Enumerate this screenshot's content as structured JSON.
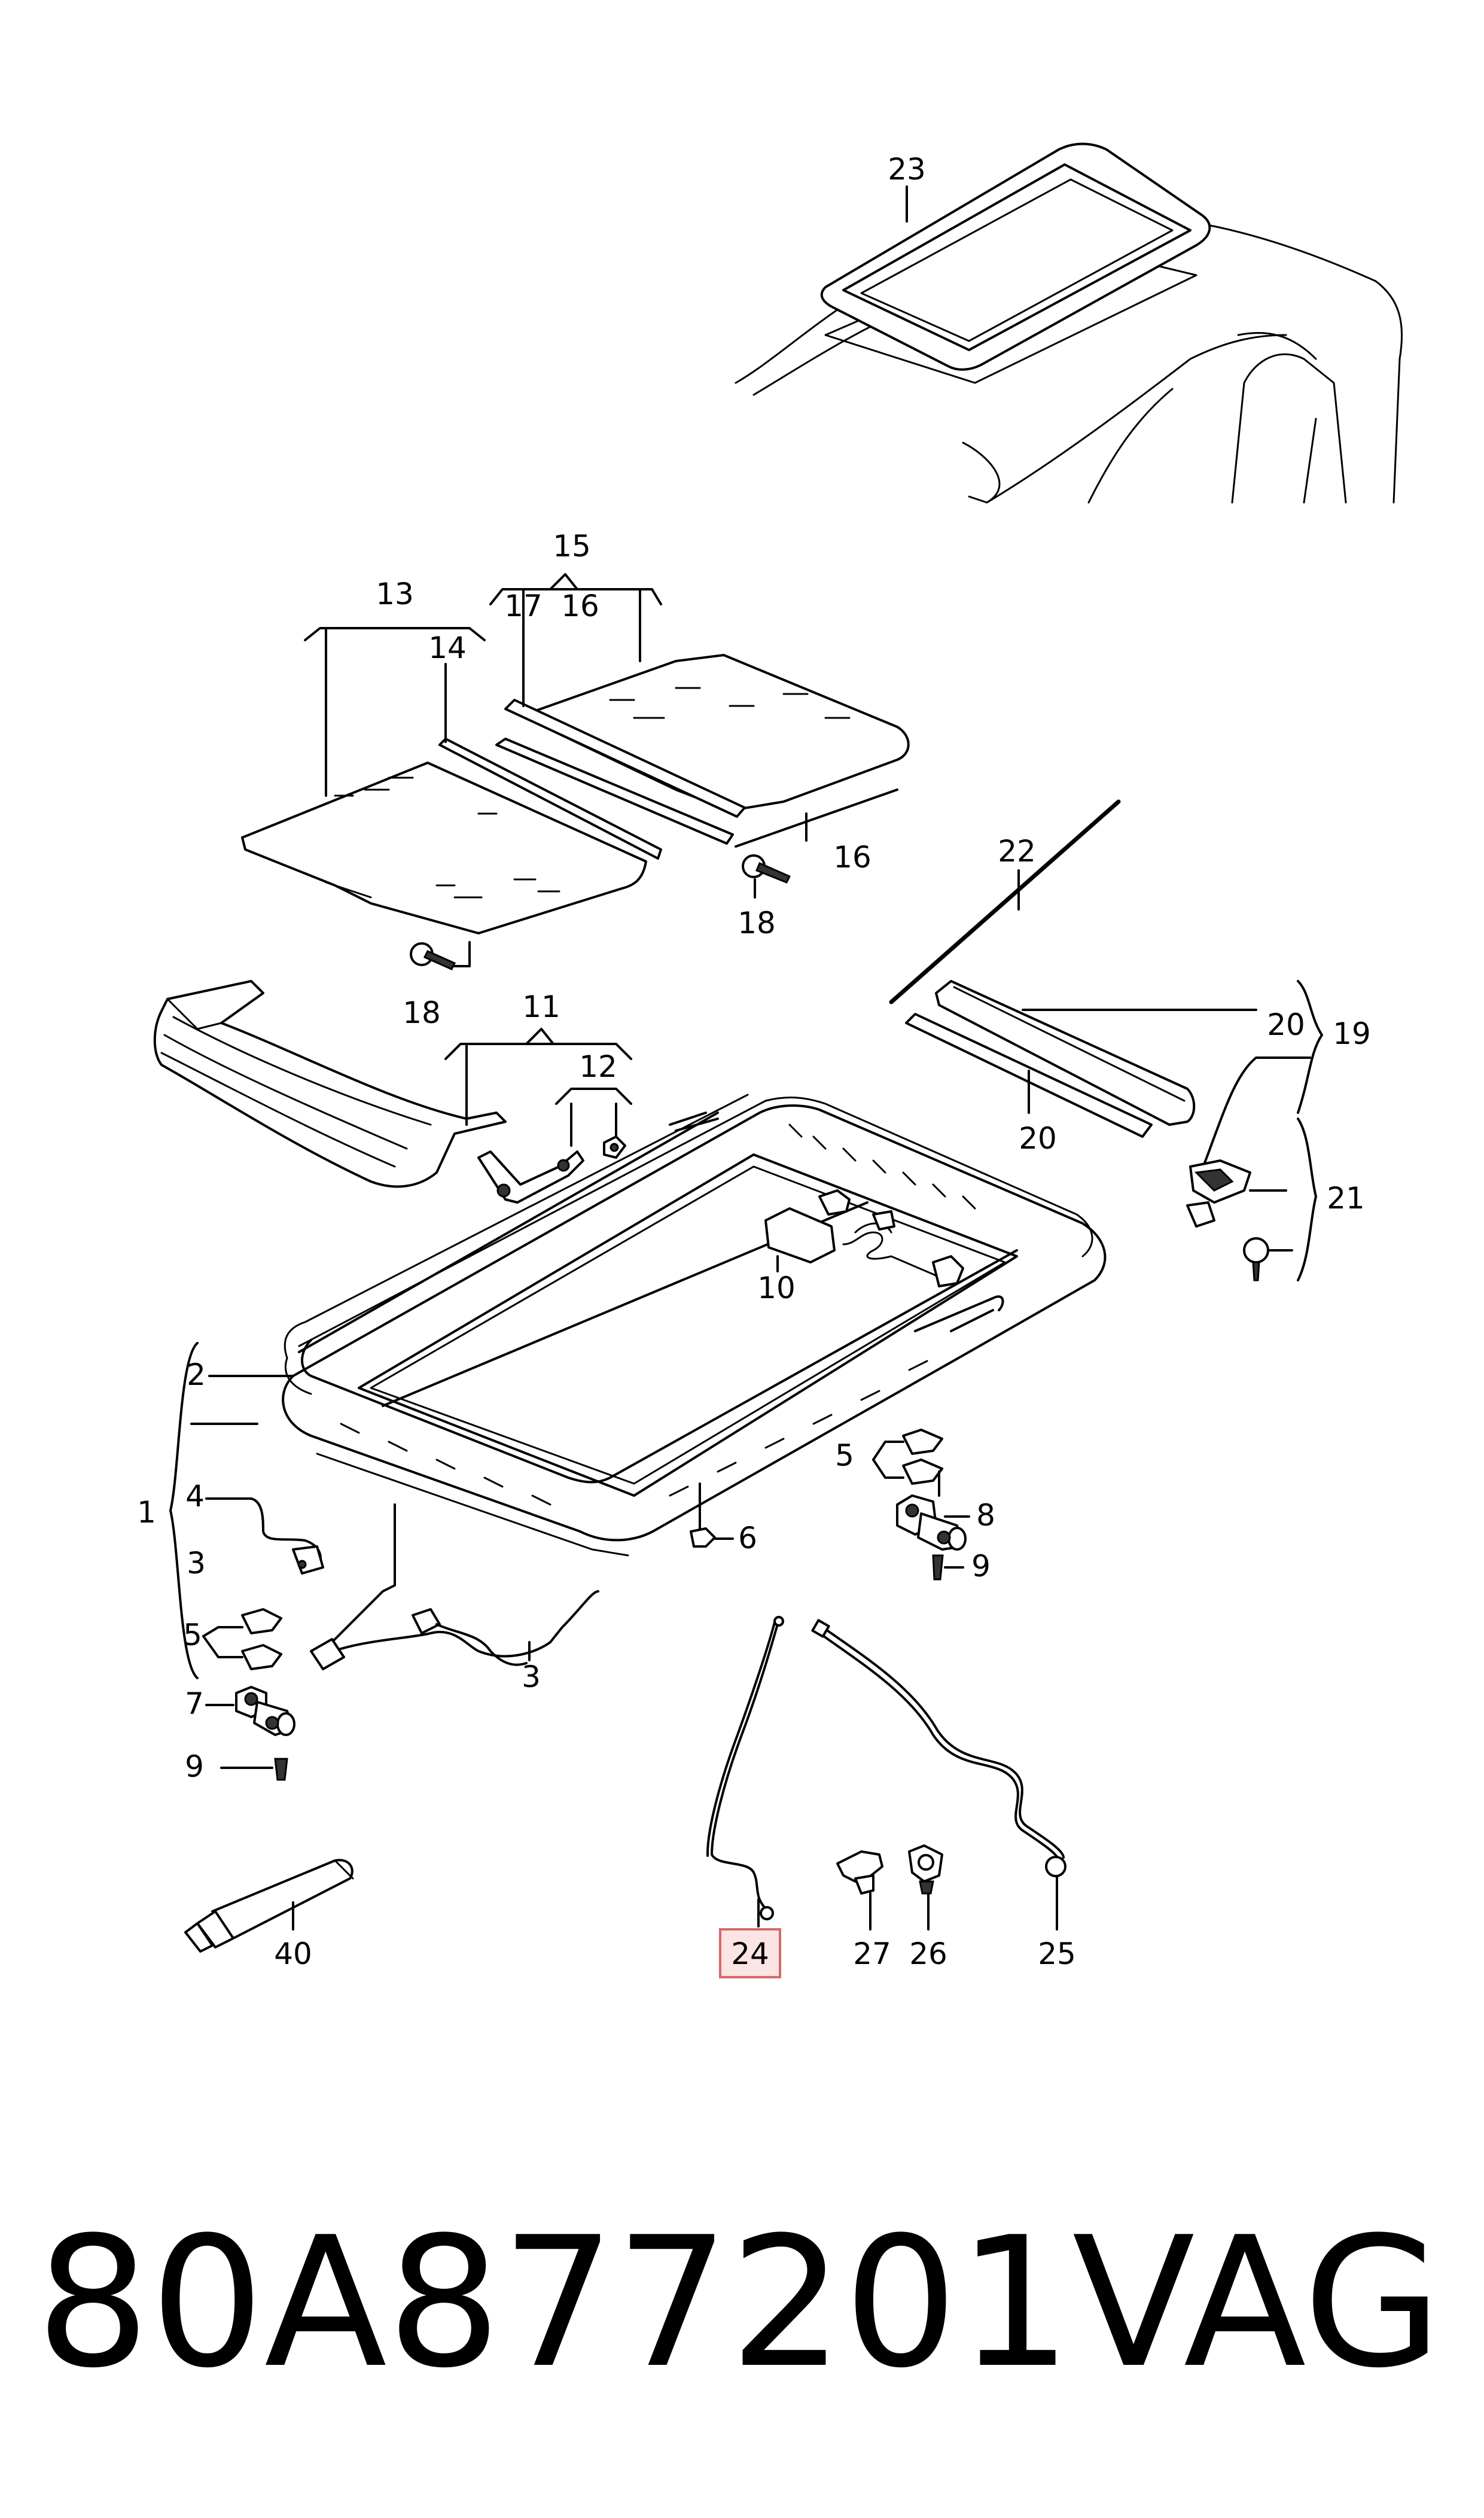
{
  "callouts": {
    "c1": "1",
    "c2": "2",
    "c3a": "3",
    "c3b": "3",
    "c4": "4",
    "c5a": "5",
    "c5b": "5",
    "c6": "6",
    "c7": "7",
    "c8": "8",
    "c9a": "9",
    "c9b": "9",
    "c10": "10",
    "c11": "11",
    "c12": "12",
    "c13": "13",
    "c14": "14",
    "c15": "15",
    "c16a": "16",
    "c16b": "16",
    "c17": "17",
    "c18a": "18",
    "c18b": "18",
    "c19": "19",
    "c20a": "20",
    "c20b": "20",
    "c21": "21",
    "c22": "22",
    "c23": "23",
    "c24": "24",
    "c25": "25",
    "c26": "26",
    "c27": "27",
    "c40": "40"
  },
  "highlighted_callout": "24",
  "highlight_color": "#fde4e4",
  "footer": {
    "part_number": "80A877201",
    "brand": "VAG"
  }
}
